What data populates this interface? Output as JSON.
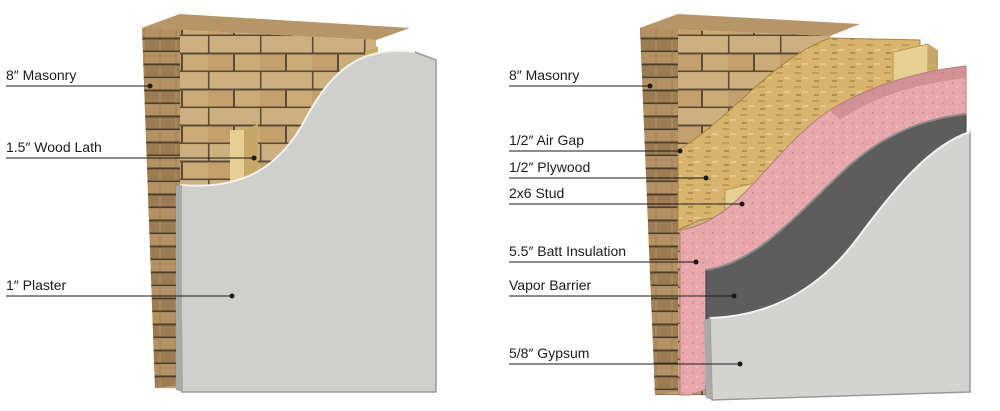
{
  "colors": {
    "brick": "#c8a877",
    "brick_dark": "#a4845a",
    "mortar": "#5a4a36",
    "plaster": "#cfcfcc",
    "plaster_edge": "#9a9a96",
    "wood": "#e6cf92",
    "wood_dark": "#c6a866",
    "plywood": "#d8b46f",
    "insulation": "#e9a9ac",
    "insulation_dark": "#b97a7f",
    "vapor": "#5d5d5d",
    "gypsum": "#d3d3d1"
  },
  "left_wall": {
    "labels": [
      {
        "key": "masonry",
        "text": "8″ Masonry"
      },
      {
        "key": "lath",
        "text": "1.5″ Wood Lath"
      },
      {
        "key": "plaster",
        "text": "1″ Plaster"
      }
    ]
  },
  "right_wall": {
    "labels": [
      {
        "key": "masonry",
        "text": "8″ Masonry"
      },
      {
        "key": "air-gap",
        "text": "1/2″ Air Gap"
      },
      {
        "key": "plywood",
        "text": "1/2″ Plywood"
      },
      {
        "key": "stud",
        "text": "2x6 Stud"
      },
      {
        "key": "insulation",
        "text": "5.5″ Batt Insulation"
      },
      {
        "key": "vapor-barrier",
        "text": "Vapor Barrier"
      },
      {
        "key": "gypsum",
        "text": "5/8″ Gypsum"
      }
    ]
  }
}
